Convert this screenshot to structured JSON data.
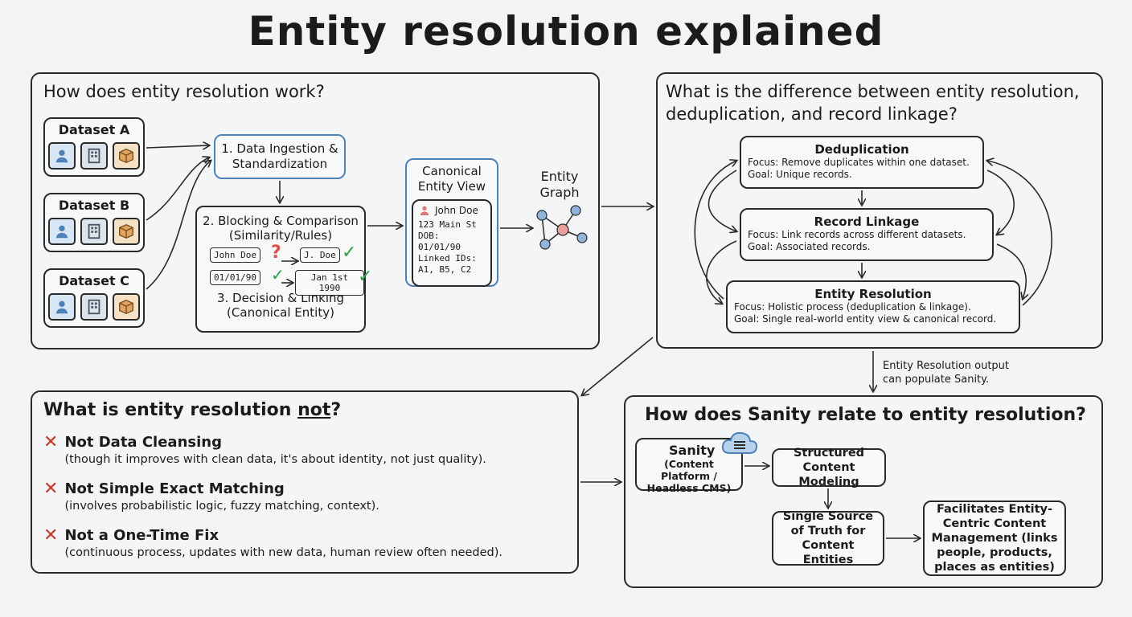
{
  "title": "Entity resolution explained",
  "how": {
    "heading": "How does entity resolution work?",
    "datasets": [
      "Dataset A",
      "Dataset B",
      "Dataset C"
    ],
    "icons": [
      "person-icon",
      "building-icon",
      "box-icon"
    ],
    "step1": "1. Data Ingestion & Standardization",
    "step2_line1": "2. Blocking & Comparison",
    "step2_line2": "(Similarity/Rules)",
    "comparisons": [
      {
        "left": "John Doe",
        "mark": "?",
        "right": "J. Doe"
      },
      {
        "left": "01/01/90",
        "mark": "✓",
        "right": "Jan 1st 1990"
      }
    ],
    "step3_line1": "3. Decision & Linking",
    "step3_line2": "(Canonical Entity)",
    "canonical_title": "Canonical Entity View",
    "canonical_name": "John Doe",
    "canonical_lines": [
      "123 Main St",
      "DOB: 01/01/90",
      "Linked IDs:",
      "A1, B5, C2"
    ],
    "graph_label": "Entity Graph"
  },
  "difference": {
    "heading": "What is the difference between entity resolution, deduplication, and record linkage?",
    "boxes": [
      {
        "title": "Deduplication",
        "focus": "Focus: Remove duplicates within one dataset.",
        "goal": "Goal: Unique records."
      },
      {
        "title": "Record Linkage",
        "focus": "Focus: Link records across different datasets.",
        "goal": "Goal: Associated records."
      },
      {
        "title": "Entity Resolution",
        "focus": "Focus: Holistic process (deduplication & linkage).",
        "goal": "Goal: Single real-world entity view & canonical record."
      }
    ]
  },
  "connector_note": "Entity Resolution output can populate Sanity.",
  "not": {
    "heading_prefix": "What is entity resolution ",
    "heading_emph": "not",
    "heading_suffix": "?",
    "items": [
      {
        "title": "Not Data Cleansing",
        "sub": "(though it improves with clean data, it's about identity, not just quality)."
      },
      {
        "title": "Not Simple Exact Matching",
        "sub": "(involves probabilistic logic, fuzzy matching, context)."
      },
      {
        "title": "Not a One-Time Fix",
        "sub": "(continuous process, updates with new data, human review often needed)."
      }
    ]
  },
  "sanity": {
    "heading": "How does Sanity relate to entity resolution?",
    "sanity_title": "Sanity",
    "sanity_sub": "(Content Platform / Headless CMS)",
    "structured": "Structured Content Modeling",
    "single_source": "Single Source of Truth for Content Entities",
    "facilitates": "Facilitates Entity-Centric Content Management (links people, products, places as entities)"
  },
  "colors": {
    "accent_blue": "#4f80b8",
    "check_green": "#2e9e4a",
    "question_red": "#d9534f",
    "x_red": "#c0392b"
  }
}
